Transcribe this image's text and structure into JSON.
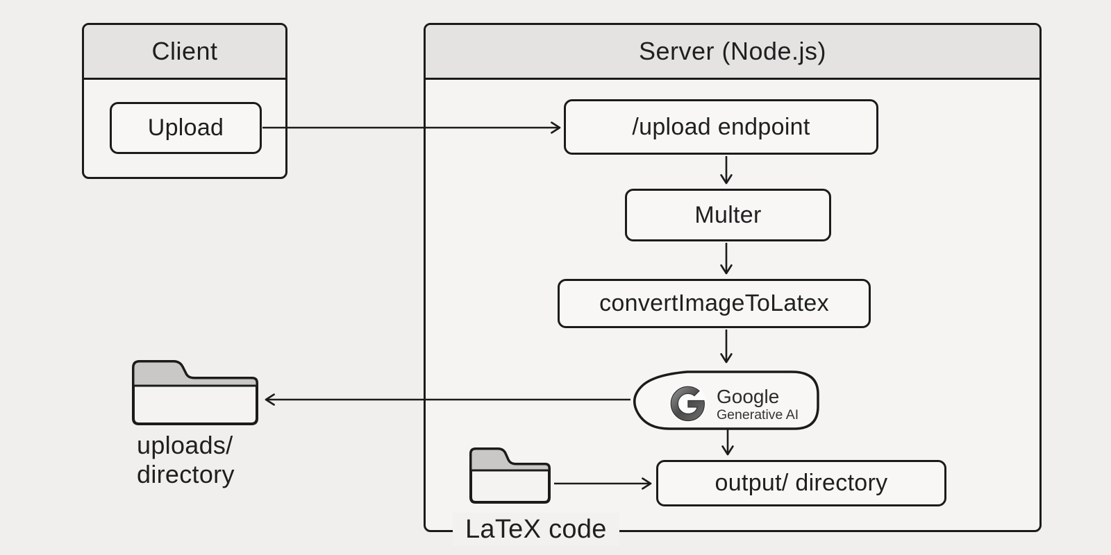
{
  "client": {
    "title": "Client",
    "upload_button": "Upload"
  },
  "server": {
    "title": "Server (Node.js)"
  },
  "nodes": {
    "endpoint": "/upload endpoint",
    "multer": "Multer",
    "converter": "convertImageToLatex",
    "google_brand": "Google",
    "google_sub": "Generative AI",
    "output": "output/ directory"
  },
  "labels": {
    "uploads_line1": "uploads/",
    "uploads_line2": "directory",
    "latex": "LaTeX code"
  },
  "icons": {
    "uploads_folder": "folder-icon",
    "latex_folder": "folder-icon",
    "google_logo": "google-g-logo",
    "arrows": "arrow-connector"
  },
  "colors": {
    "background": "#f0efed",
    "panel_fill": "#f5f4f2",
    "node_fill": "#f8f7f5",
    "header_fill": "#e4e3e1",
    "folder_tab": "#c9c8c6",
    "line": "#1b1b1b",
    "text": "#1f1f1f"
  }
}
